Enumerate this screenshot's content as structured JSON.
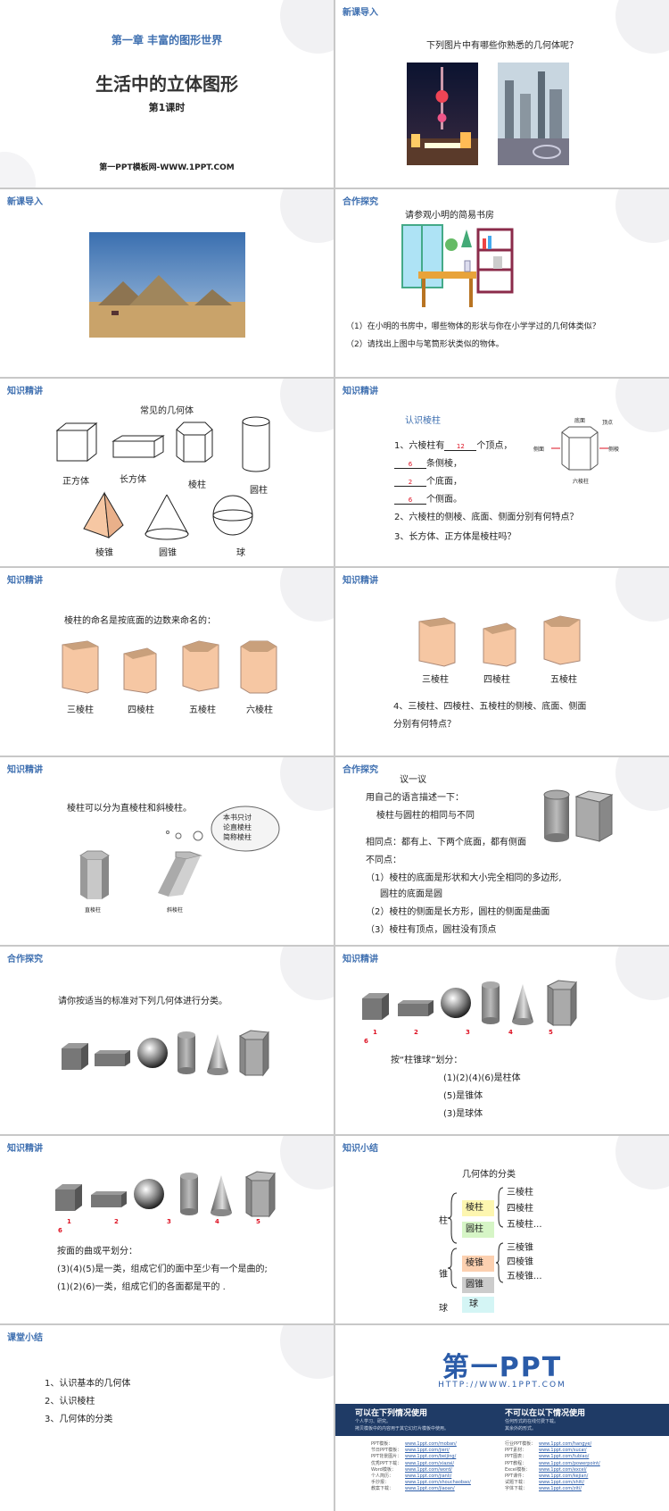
{
  "s1": {
    "chapter": "第一章 丰富的图形世界",
    "title": "生活中的立体图形",
    "lesson": "第1课时",
    "site": "第一PPT模板网-WWW.1PPT.COM"
  },
  "s2": {
    "hdr": "新课导入",
    "question": "下列图片中有哪些你熟悉的几何体呢？"
  },
  "s3": {
    "hdr": "新课导入"
  },
  "s4": {
    "hdr": "合作探究",
    "intro": "请参观小明的简易书房",
    "q1": "（1）在小明的书房中，哪些物体的形状与你在小学学过的几何体类似？",
    "q2": "（2）请找出上图中与笔筒形状类似的物体。"
  },
  "s5": {
    "hdr": "知识精讲",
    "title": "常见的几何体",
    "labels": [
      "正方体",
      "长方体",
      "棱柱",
      "圆柱",
      "棱锥",
      "圆锥",
      "球"
    ]
  },
  "s6": {
    "hdr": "知识精讲",
    "title": "认识棱柱",
    "l1a": "1、六棱柱有",
    "a1": "12",
    "l1b": "个顶点，",
    "a2": "6",
    "l2": "条侧棱，",
    "a3": "2",
    "l3": "个底面，",
    "a4": "6",
    "l4": "个侧面。",
    "q2": "2、六棱柱的侧棱、底面、侧面分别有何特点？",
    "q3": "3、长方体、正方体是棱柱吗？",
    "d_top": "底面",
    "d_vertex": "顶点",
    "d_side": "侧面",
    "d_edge": "侧棱",
    "d_name": "六棱柱"
  },
  "s7": {
    "hdr": "知识精讲",
    "text": "棱柱的命名是按底面的边数来命名的：",
    "labels": [
      "三棱柱",
      "四棱柱",
      "五棱柱",
      "六棱柱"
    ]
  },
  "s8": {
    "hdr": "知识精讲",
    "labels": [
      "三棱柱",
      "四棱柱",
      "五棱柱"
    ],
    "q1": "4、三棱柱、四棱柱、五棱柱的侧棱、底面、侧面",
    "q2": "分别有何特点？"
  },
  "s9": {
    "hdr": "知识精讲",
    "text": "棱柱可以分为直棱柱和斜棱柱。",
    "cloud": [
      "本书只讨",
      "论直棱柱",
      "简称棱柱"
    ],
    "straight": "直棱柱",
    "oblique": "斜棱柱"
  },
  "s10": {
    "hdr": "合作探究",
    "title": "议一议",
    "l1": "用自己的语言描述一下：",
    "l2": "棱柱与圆柱的相同与不同",
    "l3": "相同点：都有上、下两个底面，都有侧面",
    "l4": "不同点：",
    "l5": "（1）棱柱的底面是形状和大小完全相同的多边形,",
    "l6": "圆柱的底面是圆",
    "l7": "（2）棱柱的侧面是长方形，圆柱的侧面是曲面",
    "l8": "（3）棱柱有顶点，圆柱没有顶点"
  },
  "s11": {
    "hdr": "合作探究",
    "text": "请你按适当的标准对下列几何体进行分类。"
  },
  "s12": {
    "hdr": "知识精讲",
    "nums": [
      "1",
      "2",
      "3",
      "4",
      "5",
      "6"
    ],
    "l1": "按“柱锥球”划分：",
    "l2": "(1)(2)(4)(6)是柱体",
    "l3": "(5)是锥体",
    "l4": "(3)是球体"
  },
  "s13": {
    "hdr": "知识精讲",
    "nums": [
      "1",
      "2",
      "3",
      "4",
      "5",
      "6"
    ],
    "l1": "按面的曲或平划分：",
    "l2": "(3)(4)(5)是一类，组成它们的面中至少有一个是曲的;",
    "l3": "(1)(2)(6)一类，组成它们的各面都是平的 ."
  },
  "s14": {
    "hdr": "知识小结",
    "title": "几何体的分类",
    "zhu": "柱",
    "zhui": "锥",
    "qiu": "球",
    "lengzhu": "棱柱",
    "yuanzhu": "圆柱",
    "lengzhui": "棱锥",
    "yuanzhui": "圆锥",
    "qiuti": "球",
    "p1": "三棱柱",
    "p2": "四棱柱",
    "p3": "五棱柱...",
    "c1": "三棱锥",
    "c2": "四棱锥",
    "c3": "五棱锥..."
  },
  "s15": {
    "hdr": "课堂小结",
    "l1": "1、认识基本的几何体",
    "l2": "2、认识棱柱",
    "l3": "3、几何体的分类"
  },
  "s16": {
    "logo": "第一PPT",
    "url": "HTTP://WWW.1PPT.COM",
    "can": "可以在下列情况使用",
    "cannot": "不可以在以下情况使用",
    "can1": "个人学习、研究。",
    "can2": "拷贝模板中的内容用于其它幻灯片模板中使用。",
    "cannot1": "任何形式的在线付费下载。",
    "cannot2": "其余外的形式。",
    "links_left": [
      [
        "PPT模板：",
        "www.1ppt.com/moban/"
      ],
      [
        "节日PPT模板：",
        "www.1ppt.com/jieri/"
      ],
      [
        "PPT背景图片：",
        "www.1ppt.com/beijing/"
      ],
      [
        "优秀PPT下载：",
        "www.1ppt.com/xiazai/"
      ],
      [
        "Word模板：",
        "www.1ppt.com/word/"
      ],
      [
        "个人简历：",
        "www.1ppt.com/jianli/"
      ],
      [
        "手抄报：",
        "www.1ppt.com/shouchaobao/"
      ],
      [
        "教案下载：",
        "www.1ppt.com/jiaoan/"
      ]
    ],
    "links_right": [
      [
        "行业PPT模板：",
        "www.1ppt.com/hangye/"
      ],
      [
        "PPT素材：",
        "www.1ppt.com/sucai/"
      ],
      [
        "PPT图表：",
        "www.1ppt.com/tubiao/"
      ],
      [
        "PPT教程：",
        "www.1ppt.com/powerpoint/"
      ],
      [
        "Excel模板：",
        "www.1ppt.com/excel/"
      ],
      [
        "PPT课件：",
        "www.1ppt.com/kejian/"
      ],
      [
        "试题下载：",
        "www.1ppt.com/shiti/"
      ],
      [
        "字体下载：",
        "www.1ppt.com/ziti/"
      ]
    ]
  },
  "colors": {
    "accent": "#3e6fb0",
    "red": "#d12",
    "navy": "#1f3b66"
  }
}
